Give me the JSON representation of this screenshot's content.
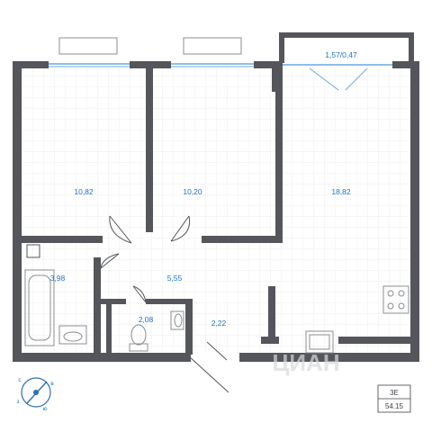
{
  "rooms": [
    {
      "id": "bedroom-left",
      "area": "10,82"
    },
    {
      "id": "bedroom-middle",
      "area": "10,20"
    },
    {
      "id": "living-kitchen",
      "area": "18,82"
    },
    {
      "id": "bathroom",
      "area": "3,98"
    },
    {
      "id": "hallway",
      "area": "5,55"
    },
    {
      "id": "toilet",
      "area": "2,08"
    },
    {
      "id": "entry",
      "area": "2,22"
    }
  ],
  "balcony_label": "1,57/0,47",
  "summary": {
    "type": "3E",
    "total_area": "54.15"
  },
  "watermark": "ЦИАН",
  "colors": {
    "wall": "#54565b",
    "label": "#1a73c9",
    "grid": "#e7e8ea",
    "window": "#6aa9e0"
  }
}
